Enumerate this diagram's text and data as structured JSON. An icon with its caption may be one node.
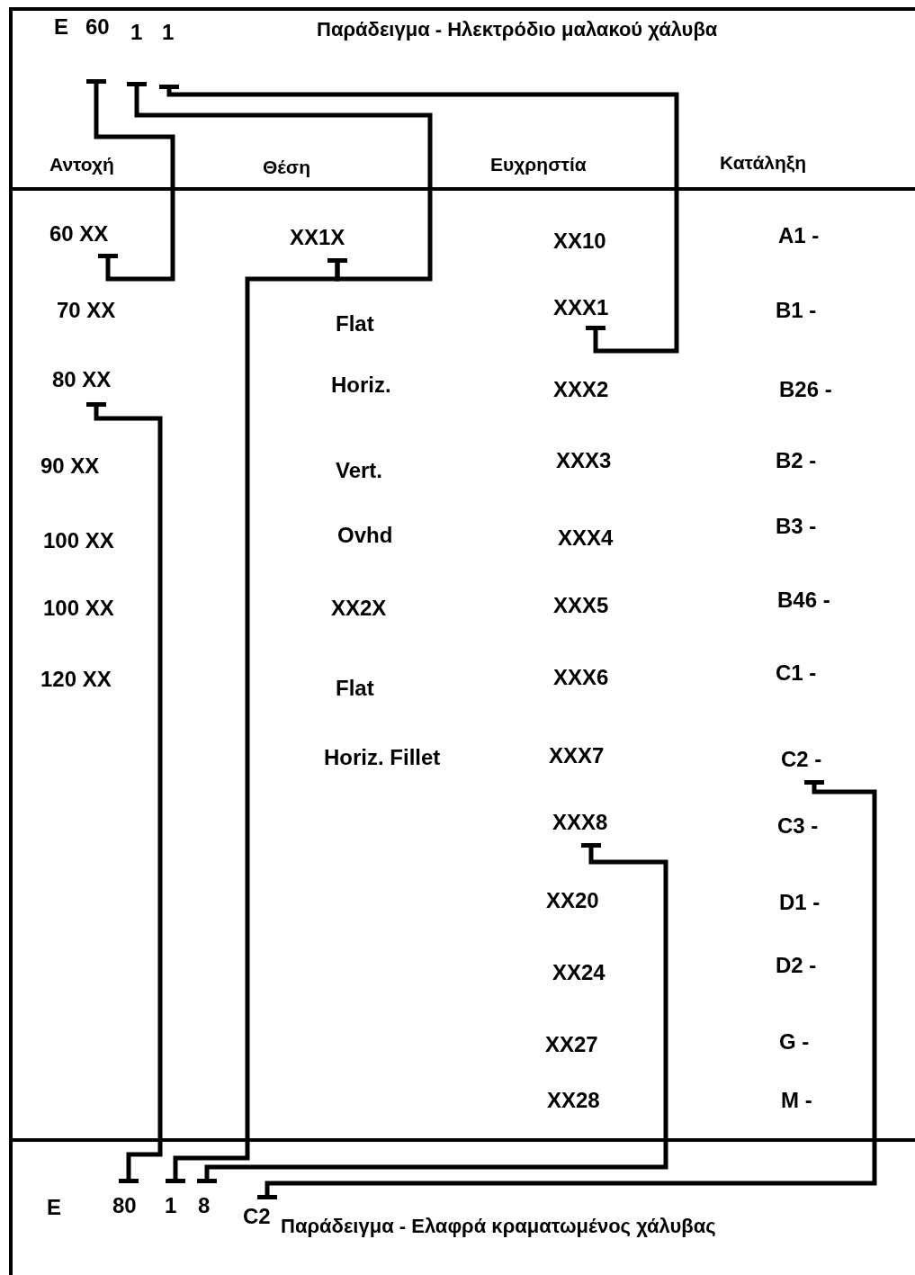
{
  "diagram": {
    "nodes": [
      {
        "text": [
          "60"
        ]
      },
      {
        "text": [
          "1"
        ]
      },
      {
        "text": [
          "1"
        ]
      },
      {
        "text": [
          "60 XX"
        ]
      },
      {
        "text": [
          "XX1X"
        ]
      },
      {
        "text": [
          "XXX1"
        ]
      },
      {
        "text": [
          "80 XX"
        ]
      },
      {
        "text": [
          "C2 -"
        ]
      },
      {
        "text": [
          "XXX8"
        ]
      },
      {
        "text": [
          "80"
        ]
      },
      {
        "text": [
          "1"
        ]
      },
      {
        "text": [
          "8"
        ]
      },
      {
        "text": [
          "C2"
        ]
      }
    ],
    "edges": [
      {
        "from": 0,
        "to": 3,
        "arrow": "other"
      },
      {
        "from": 1,
        "to": 4,
        "arrow": "other"
      },
      {
        "from": 2,
        "to": 5,
        "arrow": "other"
      },
      {
        "from": 6,
        "to": 9,
        "arrow": "other"
      },
      {
        "from": 4,
        "to": 10,
        "arrow": "other"
      },
      {
        "from": 8,
        "to": 11,
        "arrow": "other"
      },
      {
        "from": 7,
        "to": 12,
        "arrow": "other"
      }
    ],
    "labels": [
      "E",
      "Παράδειγμα - Ηλεκτρόδιο μαλακού χάλυβα",
      "Αντοχή",
      "Θέση",
      "Ευχρηστία",
      "Κατάληξη",
      "XX10",
      "A1 -",
      "70 XX",
      "Flat",
      "B1 -",
      "Horiz.",
      "XXX2",
      "B26 -",
      "90 XX",
      "Vert.",
      "XXX3",
      "B2 -",
      "100 XX",
      "Ovhd",
      "XXX4",
      "B3 -",
      "100 XX",
      "XX2X",
      "XXX5",
      "B46 -",
      "120 XX",
      "Flat",
      "XXX6",
      "C1 -",
      "Horiz. Fillet",
      "XXX7",
      "C3 -",
      "XX20",
      "D1 -",
      "XX24",
      "D2 -",
      "XX27",
      "G -",
      "XX28",
      "M -",
      "E",
      "Παράδειγμα - Ελαφρά κραματωμένος χάλυβας"
    ]
  }
}
